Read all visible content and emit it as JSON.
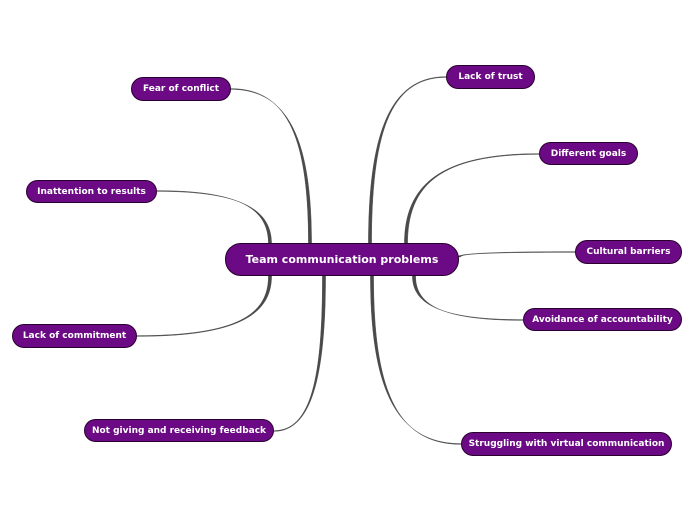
{
  "colors": {
    "node_fill": "#6b0a84",
    "node_border": "#2a0030",
    "node_text": "#ffffff",
    "link": "#4a4a4a"
  },
  "central": {
    "label": "Team communication problems"
  },
  "topics": [
    {
      "label": "Fear of conflict"
    },
    {
      "label": "Inattention to results"
    },
    {
      "label": "Lack of commitment"
    },
    {
      "label": "Not giving and receiving feedback"
    },
    {
      "label": "Lack of trust"
    },
    {
      "label": "Different goals"
    },
    {
      "label": "Cultural barriers"
    },
    {
      "label": "Avoidance of accountability"
    },
    {
      "label": "Struggling with virtual communication"
    }
  ]
}
